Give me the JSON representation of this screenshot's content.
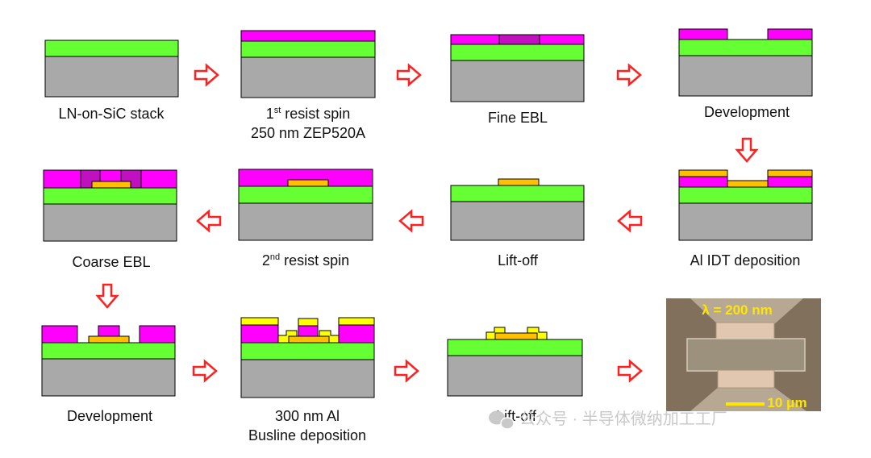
{
  "colors": {
    "substrate": "#a9a9a9",
    "ln_layer": "#66ff33",
    "resist": "#ff00ff",
    "resist_exposed": "#c010c0",
    "aluminum": "#ffc000",
    "busline": "#ffff00",
    "arrow": "#ff2020",
    "photo_bg": "#8b7a63"
  },
  "steps": [
    {
      "id": "ln-on-sic-stack",
      "line1": "LN-on-SiC stack"
    },
    {
      "id": "first-resist-spin",
      "line1_pre": "1",
      "line1_sup": "st",
      "line1_post": " resist spin",
      "line2": "250 nm ZEP520A"
    },
    {
      "id": "fine-ebl",
      "line1": "Fine EBL"
    },
    {
      "id": "development-1",
      "line1": "Development"
    },
    {
      "id": "al-idt-deposition",
      "line1": "Al IDT deposition"
    },
    {
      "id": "lift-off-1",
      "line1": "Lift-off"
    },
    {
      "id": "second-resist-spin",
      "line1_pre": "2",
      "line1_sup": "nd",
      "line1_post": " resist spin"
    },
    {
      "id": "coarse-ebl",
      "line1": "Coarse EBL"
    },
    {
      "id": "development-2",
      "line1": "Development"
    },
    {
      "id": "busline-deposition",
      "line1": "300 nm Al",
      "line2": "Busline deposition"
    },
    {
      "id": "lift-off-2",
      "line1": "Lift-off"
    }
  ],
  "photo": {
    "top_label": "λ = 200 nm",
    "bottom_label": "10 μm"
  },
  "watermark": "公众号 · 半导体微纳加工工厂"
}
